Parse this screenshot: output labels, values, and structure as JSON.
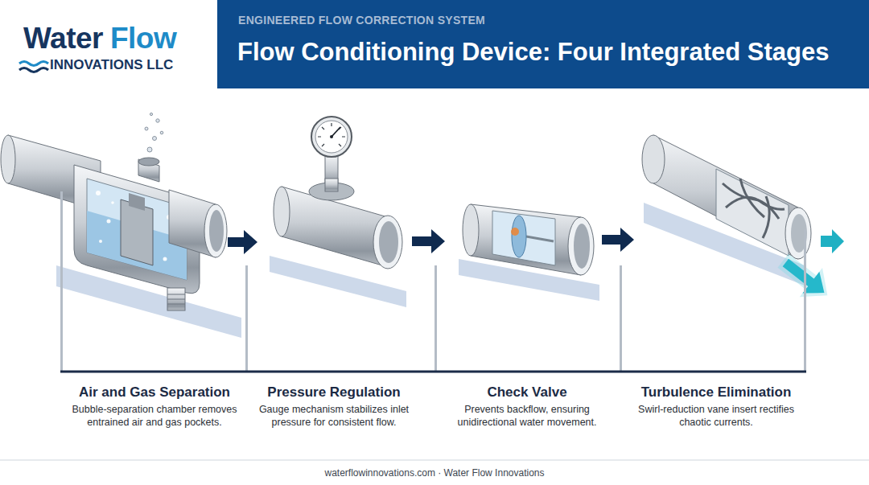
{
  "diagram": {
    "title": "Flow Conditioning Device: Four Integrated Stages",
    "caption": "waterflowinnovations.com · Water Flow Innovations",
    "nodes": [
      {
        "text": [
          "Air and Gas Separation",
          "Bubble-separation chamber removes entrained air and gas pockets."
        ]
      },
      {
        "text": [
          "Pressure Regulation",
          "Gauge mechanism stabilizes inlet pressure for consistent flow."
        ]
      },
      {
        "text": [
          "Check Valve",
          "Prevents backflow, ensuring unidirectional water movement."
        ]
      },
      {
        "text": [
          "Turbulence Elimination",
          "Swirl-reduction vane insert rectifies chaotic currents."
        ]
      }
    ],
    "edges": [
      {
        "from": 0,
        "to": 1,
        "arrow": "to"
      },
      {
        "from": 1,
        "to": 2,
        "arrow": "to"
      },
      {
        "from": 2,
        "to": 3,
        "arrow": "to"
      }
    ],
    "labels": [
      "Water",
      "Flow",
      "INNOVATIONS LLC",
      "ENGINEERED FLOW CORRECTION SYSTEM"
    ]
  }
}
